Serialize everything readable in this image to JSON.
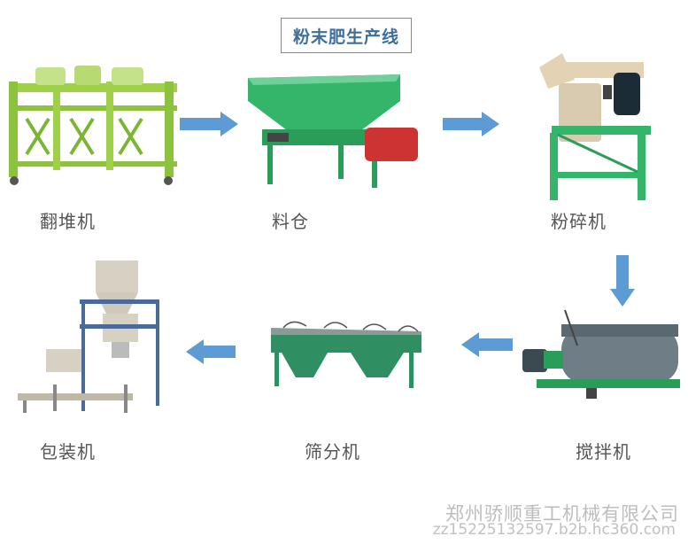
{
  "title": "粉末肥生产线",
  "machines": [
    {
      "name": "翻堆机"
    },
    {
      "name": "料仓"
    },
    {
      "name": "粉碎机"
    },
    {
      "name": "搅拌机"
    },
    {
      "name": "筛分机"
    },
    {
      "name": "包装机"
    }
  ],
  "watermark": {
    "company": "郑州骄顺重工机械有限公司",
    "contact": "zz15225132597.b2b.hc360.com"
  },
  "colors": {
    "machine_green": "#34b56a",
    "turner_green": "#9fd04a",
    "arrow_blue": "#5c9bd3",
    "title_text": "#3e6f9a"
  }
}
